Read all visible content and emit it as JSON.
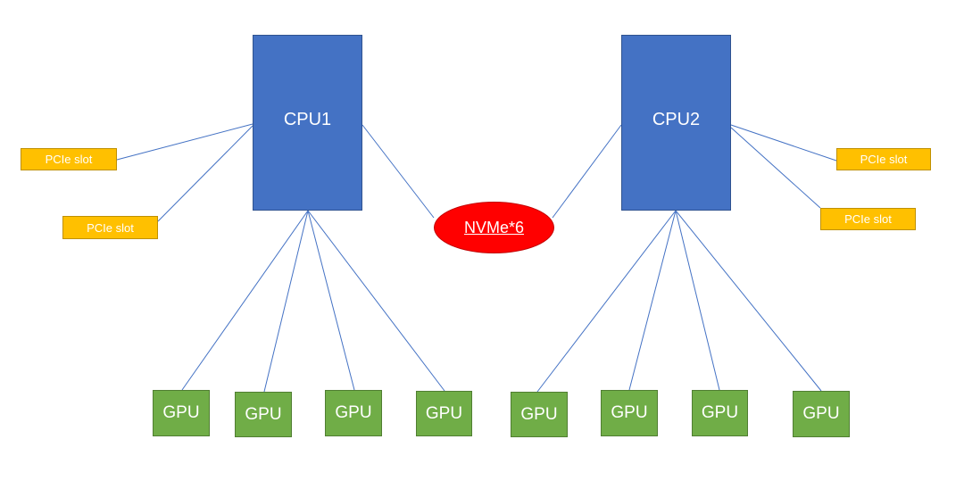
{
  "colors": {
    "cpu": "#4472c4",
    "pcie": "#ffc000",
    "gpu": "#70ad47",
    "nvme": "#ff0000",
    "connector": "#4472c4"
  },
  "cpus": [
    {
      "label": "CPU1"
    },
    {
      "label": "CPU2"
    }
  ],
  "storage": {
    "label": "NVMe*6"
  },
  "pcie_slots": [
    {
      "label": "PCIe slot"
    },
    {
      "label": "PCIe slot"
    },
    {
      "label": "PCIe slot"
    },
    {
      "label": "PCIe slot"
    }
  ],
  "gpus": [
    {
      "label": "GPU"
    },
    {
      "label": "GPU"
    },
    {
      "label": "GPU"
    },
    {
      "label": "GPU"
    },
    {
      "label": "GPU"
    },
    {
      "label": "GPU"
    },
    {
      "label": "GPU"
    },
    {
      "label": "GPU"
    }
  ]
}
